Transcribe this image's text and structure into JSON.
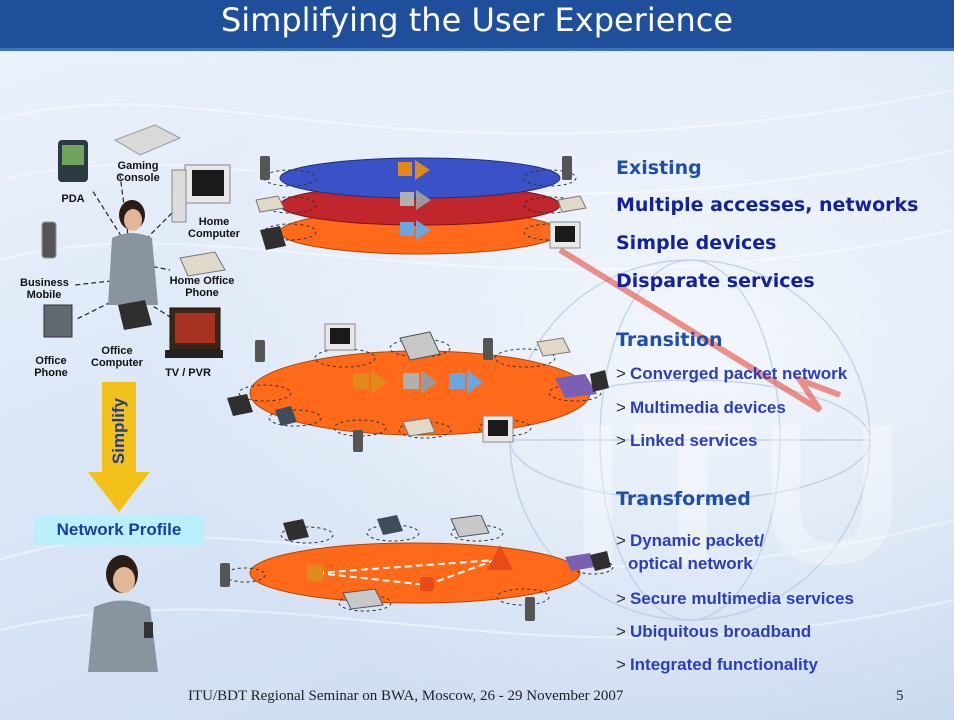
{
  "slide": {
    "title": "Simplifying the User Experience",
    "watermark": "ITU",
    "footer": "ITU/BDT Regional Seminar on BWA, Moscow, 26 - 29 November 2007",
    "page_number": "5"
  },
  "devices": {
    "gaming_console": "Gaming Console",
    "pda": "PDA",
    "home_computer": "Home Computer",
    "home_office_phone": "Home Office Phone",
    "business_mobile": "Business Mobile",
    "office_phone": "Office Phone",
    "office_computer": "Office Computer",
    "tv_pvr": "TV / PVR"
  },
  "simplify_label": "Simplify",
  "network_profile": "Network Profile",
  "existing": {
    "heading": "Existing",
    "lines": [
      "Multiple accesses, networks",
      "Simple devices",
      "Disparate services"
    ]
  },
  "transition": {
    "heading": "Transition",
    "bullet_marker": ">",
    "bullets": [
      "Converged packet network",
      "Multimedia devices",
      "Linked services"
    ]
  },
  "transformed": {
    "heading": "Transformed",
    "bullet_marker": ">",
    "bullets": [
      "Dynamic packet/",
      "optical network",
      "Secure multimedia services",
      "Ubiquitous broadband",
      "Integrated functionality"
    ]
  },
  "colors": {
    "title_bar": "#1f4e9b",
    "heading_blue": "#1f4fa8",
    "network_orange": "#ff6a1a",
    "network_red": "#c0262c",
    "network_blue": "#3a52c8",
    "simplify_arrow": "#f2c21b",
    "profile_box": "#b9f0fb"
  }
}
